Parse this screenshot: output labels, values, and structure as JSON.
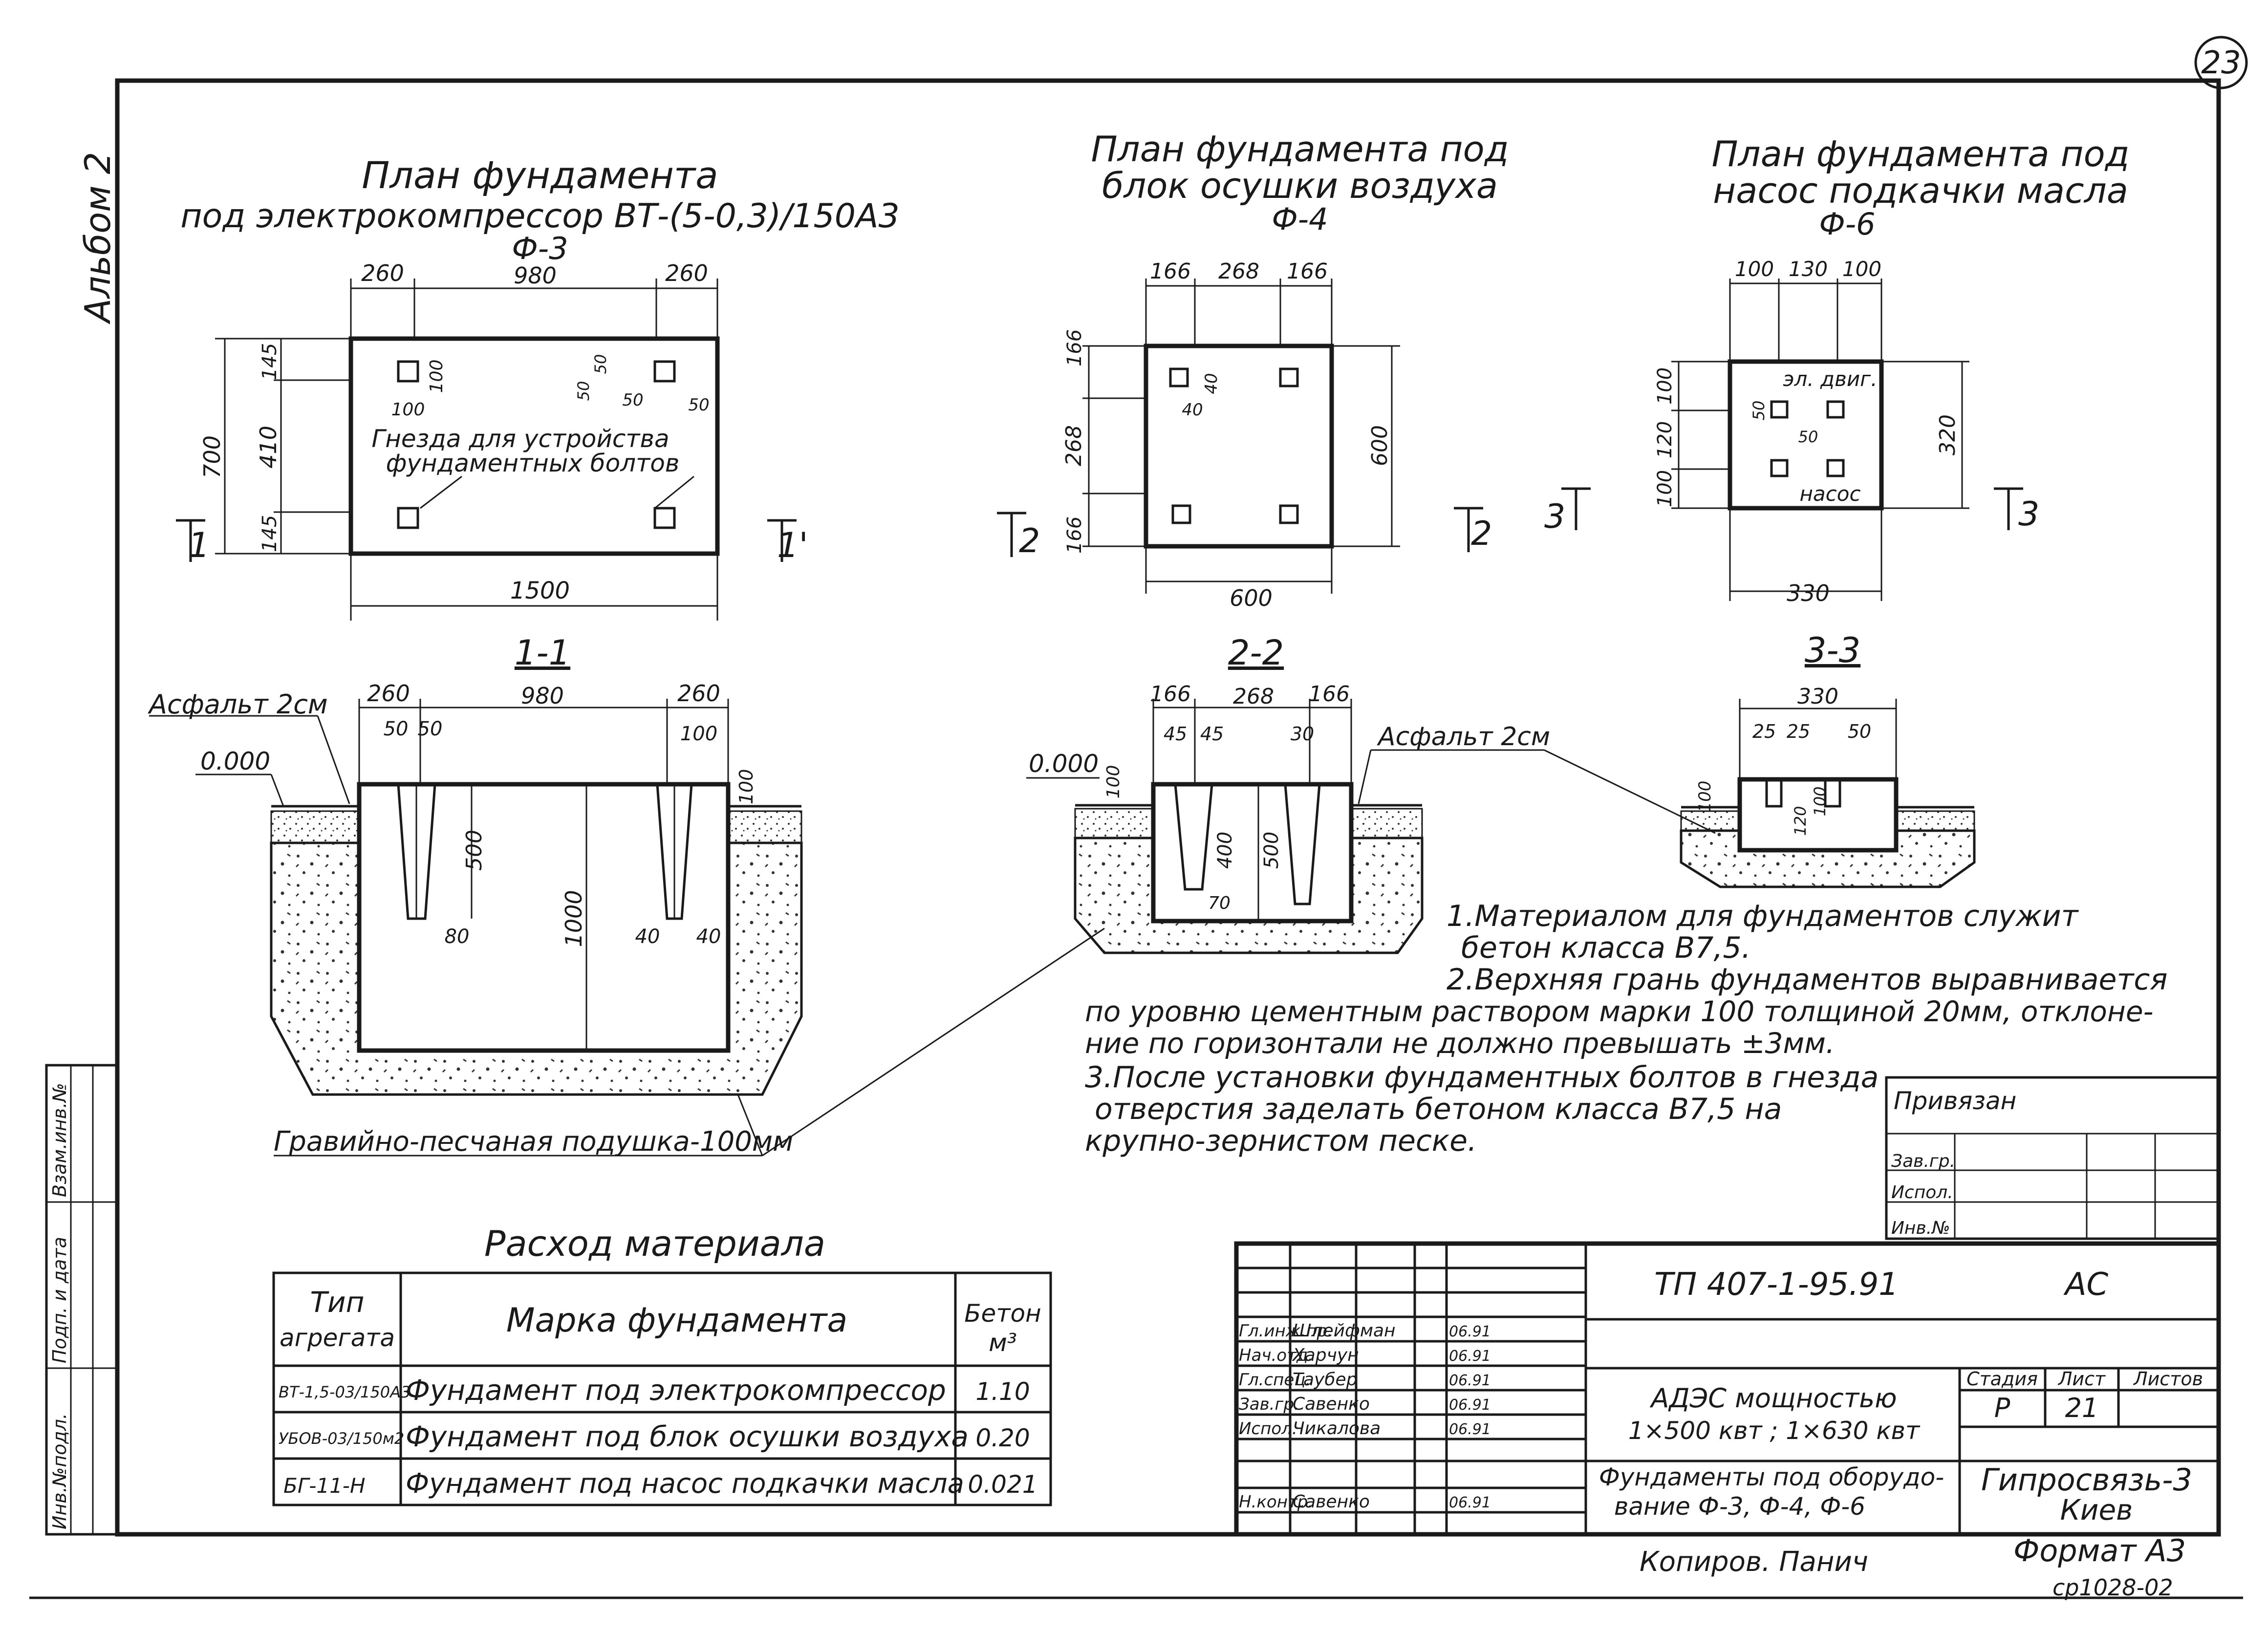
{
  "sheet_number": "23",
  "album": "Альбом 2",
  "plans": {
    "f3": {
      "title1": "План фундамента",
      "title2": "под электрокомпрессор ВТ-(5-0,3)/150А3",
      "code": "Ф-3",
      "dims_top": [
        "260",
        "980",
        "260"
      ],
      "height": "700",
      "v_dims": [
        "145",
        "410",
        "145"
      ],
      "bolt_dims": [
        "100",
        "100",
        "50",
        "50",
        "50",
        "50"
      ],
      "width": "1500",
      "note1": "Гнезда для устройства",
      "note2": "фундаментных болтов",
      "section": "1",
      "section_b": "1'"
    },
    "f4": {
      "title1": "План фундамента под",
      "title2": "блок осушки воздуха",
      "code": "Ф-4",
      "dims_top": [
        "166",
        "268",
        "166"
      ],
      "v_dims": [
        "166",
        "268",
        "166"
      ],
      "height": "600",
      "width": "600",
      "bolt_dims": [
        "40",
        "40"
      ],
      "section": "2"
    },
    "f6": {
      "title1": "План фундамента под",
      "title2": "насос подкачки масла",
      "code": "Ф-6",
      "dims_top": [
        "100",
        "130",
        "100"
      ],
      "v_dims": [
        "100",
        "120",
        "100"
      ],
      "height": "320",
      "width": "330",
      "bolt_dims": [
        "50",
        "50"
      ],
      "label_top": "эл. двиг.",
      "label_bottom": "насос",
      "section": "3"
    }
  },
  "sections": {
    "s1": {
      "title": "1-1",
      "asphalt": "Асфальт 2см",
      "level": "0.000",
      "dims_top": [
        "260",
        "980",
        "260"
      ],
      "bolt_dims": [
        "50",
        "50",
        "100"
      ],
      "depth": "500",
      "total": "1000",
      "top": "100",
      "bottom_dims": [
        "80",
        "40",
        "40"
      ],
      "cushion": "Гравийно-песчаная подушка-100мм"
    },
    "s2": {
      "title": "2-2",
      "asphalt": "Асфальт 2см",
      "level": "0.000",
      "dims_top": [
        "166",
        "268",
        "166"
      ],
      "bolt_dims": [
        "45",
        "45",
        "30"
      ],
      "depth1": "400",
      "depth2": "500",
      "top": "100",
      "bottom": "70"
    },
    "s3": {
      "title": "3-3",
      "width": "330",
      "bolt_dims": [
        "25",
        "25",
        "50"
      ],
      "top": "100",
      "depth": "120",
      "depth2": "100"
    }
  },
  "notes": [
    "1.Материалом для фундаментов служит",
    "бетон класса В7,5.",
    "2.Верхняя грань фундаментов выравнивается",
    "по уровню цементным раствором марки 100 толщиной 20мм, отклоне-",
    "ние по горизонтали не должно превышать ±3мм.",
    "3.После установки фундаментных болтов в гнезда",
    "отверстия заделать бетоном класса В7,5 на",
    "крупно-зернистом песке."
  ],
  "material_table": {
    "title": "Расход материала",
    "headers": {
      "type1": "Тип",
      "type2": "агрегата",
      "mark": "Марка фундамента",
      "concrete1": "Бетон",
      "concrete2": "м³"
    },
    "rows": [
      {
        "type": "ВТ-1,5-03/150А3",
        "mark": "Фундамент под электрокомпрессор",
        "concrete": "1.10"
      },
      {
        "type": "УБОВ-03/150м2",
        "mark": "Фундамент под блок осушки воздуха",
        "concrete": "0.20"
      },
      {
        "type": "БГ-11-Н",
        "mark": "Фундамент под насос подкачки масла",
        "concrete": "0.021"
      }
    ]
  },
  "bound": {
    "title": "Привязан",
    "rows": [
      "Зав.гр.",
      "Испол.",
      "Инв.№"
    ]
  },
  "side_stamp": [
    "Инв.№подл.",
    "Подп. и дата",
    "Взам.инв.№"
  ],
  "title_block": {
    "code": "ТП 407-1-95.91",
    "section_code": "АС",
    "staff": [
      {
        "role": "Гл.инж.пр.",
        "name": "Шлейфман",
        "date": "06.91"
      },
      {
        "role": "Нач.отд.",
        "name": "Харчун",
        "date": "06.91"
      },
      {
        "role": "Гл.спец.",
        "name": "Таубер",
        "date": "06.91"
      },
      {
        "role": "Зав.гр.",
        "name": "Савенко",
        "date": "06.91"
      },
      {
        "role": "Испол.",
        "name": "Чикалова",
        "date": "06.91"
      },
      {
        "role": "Н.контр.",
        "name": "Савенко",
        "date": "06.91"
      }
    ],
    "object1": "АДЭС мощностью",
    "object2": "1×500 квт ; 1×630 квт",
    "stage_label": "Стадия",
    "sheet_label": "Лист",
    "sheets_label": "Листов",
    "stage": "Р",
    "sheet": "21",
    "drawing1": "Фундаменты под оборудо-",
    "drawing2": "вание Ф-3, Ф-4, Ф-6",
    "org1": "Гипросвязь-3",
    "org2": "Киев",
    "copied": "Копиров. Панич",
    "format": "Формат А3",
    "ref": "ср1028-02"
  },
  "colors": {
    "ink": "#1a1a1a",
    "paper": "#ffffff"
  }
}
